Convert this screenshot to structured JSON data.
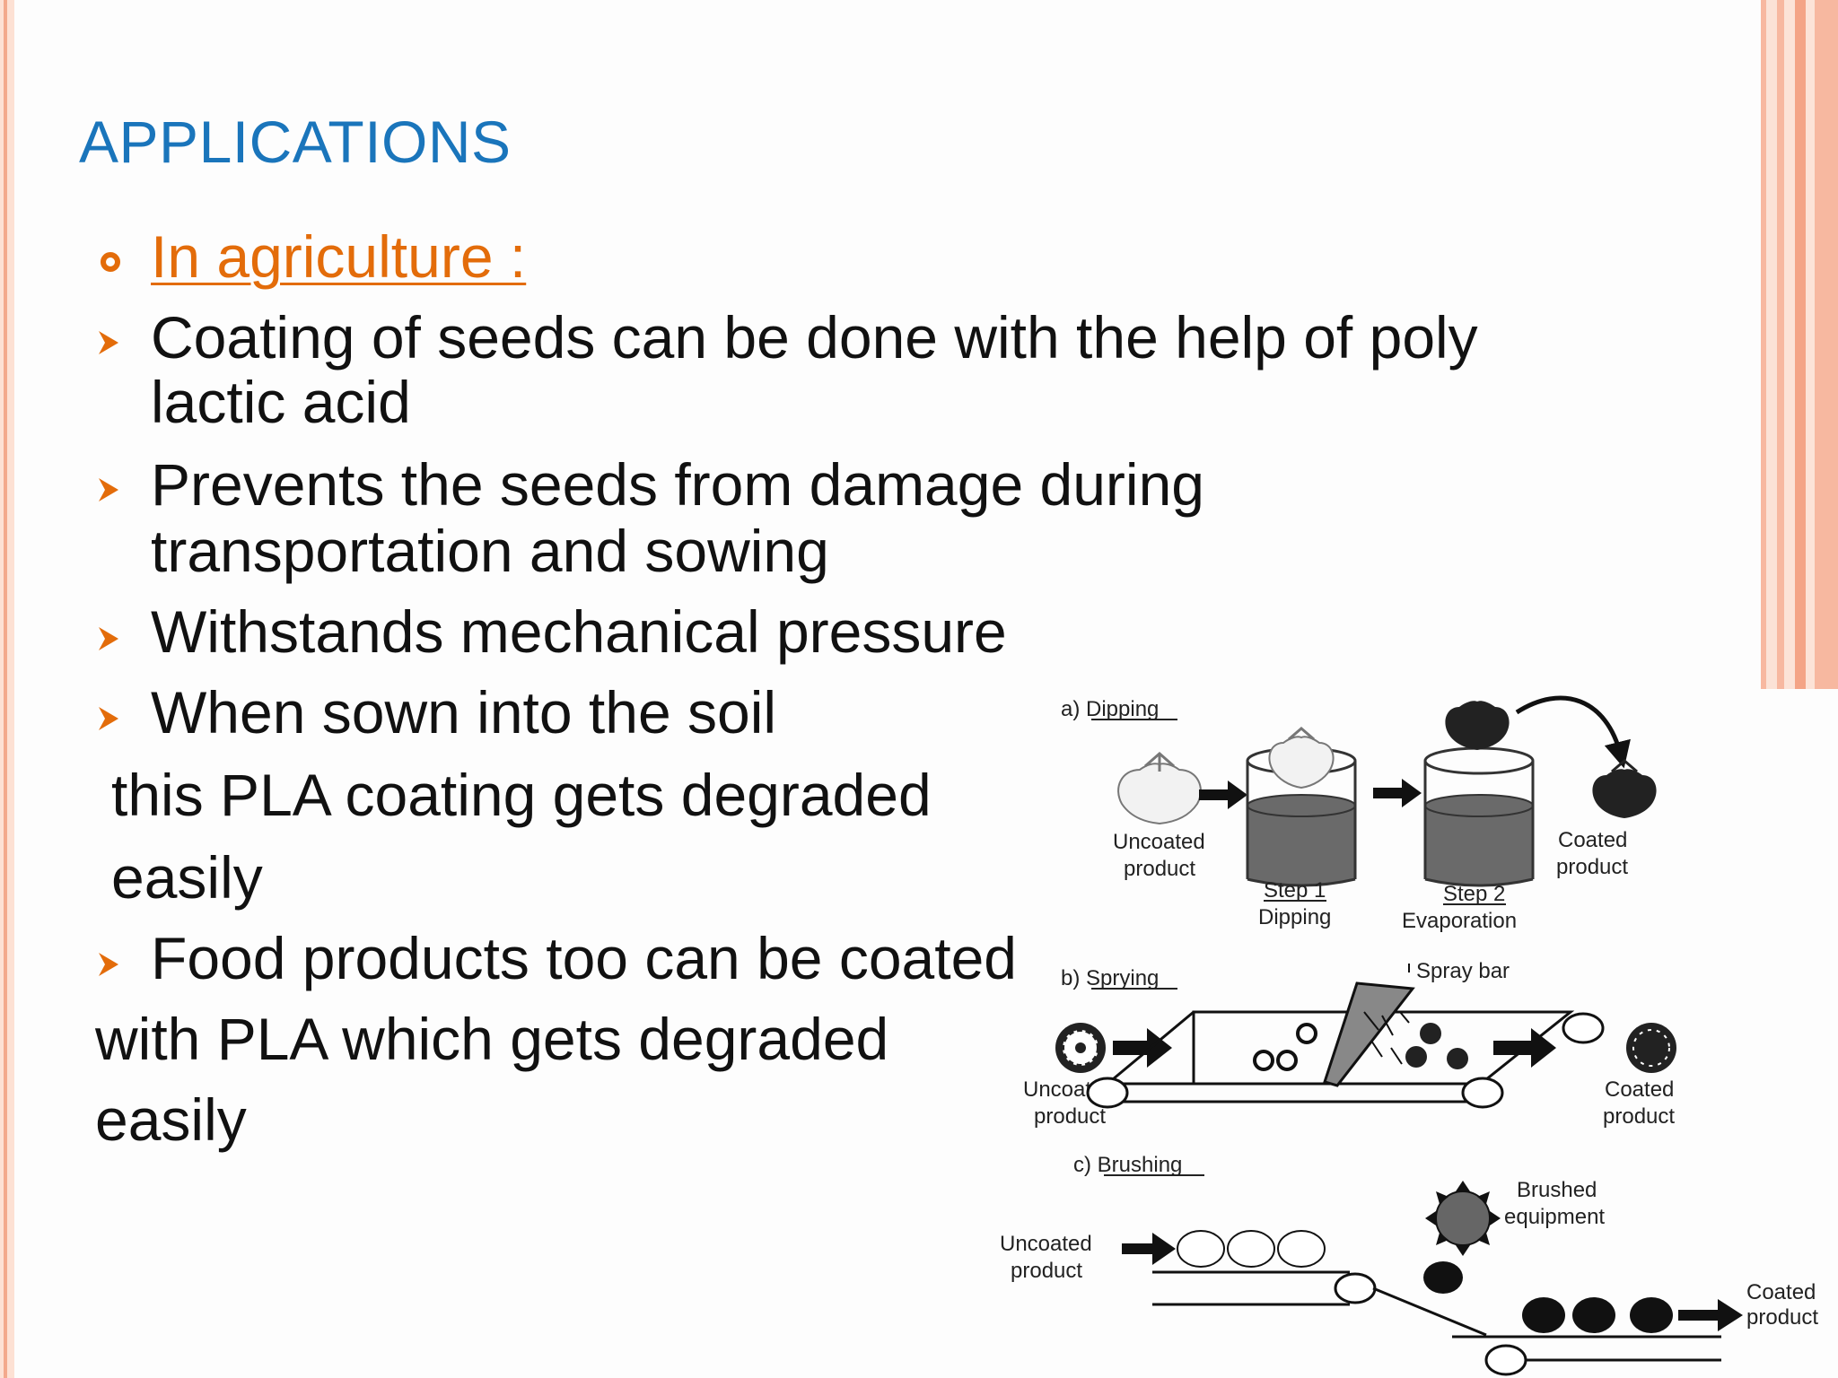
{
  "slide": {
    "title": "APPLICATIONS",
    "subheading": "In agriculture :",
    "bullets": {
      "b1_line1": "Coating of seeds can be done with the help of poly",
      "b1_line2": "lactic acid",
      "b2_line1": "Prevents the seeds from damage during",
      "b2_line2": "transportation and sowing",
      "b3": "Withstands mechanical pressure",
      "b4_line1": "When sown into the soil",
      "b4_line2": "this PLA coating gets degraded",
      "b4_line3": "easily",
      "b5_line1": "Food products too can be coated",
      "b5_line2": "with PLA  which gets degraded",
      "b5_line3": "easily"
    },
    "colors": {
      "title": "#1a75bb",
      "accent": "#e36c0a",
      "text": "#111111",
      "edge": "#f3a98c"
    }
  },
  "figure": {
    "dipping": {
      "label": "a) Dipping",
      "uncoated1": "Uncoated",
      "uncoated2": "product",
      "step1a": "Step 1",
      "step1b": "Dipping",
      "step2a": "Step 2",
      "step2b": "Evaporation",
      "coated1": "Coated",
      "coated2": "product"
    },
    "spraying": {
      "label": "b) Sprying",
      "spray_bar": "Spray bar",
      "uncoated1": "Uncoated",
      "uncoated2": "product",
      "coated1": "Coated",
      "coated2": "product"
    },
    "brushing": {
      "label": "c) Brushing",
      "uncoated1": "Uncoated",
      "uncoated2": "product",
      "brushed1": "Brushed",
      "brushed2": "equipment",
      "coated1": "Coated",
      "coated2": "product"
    }
  }
}
